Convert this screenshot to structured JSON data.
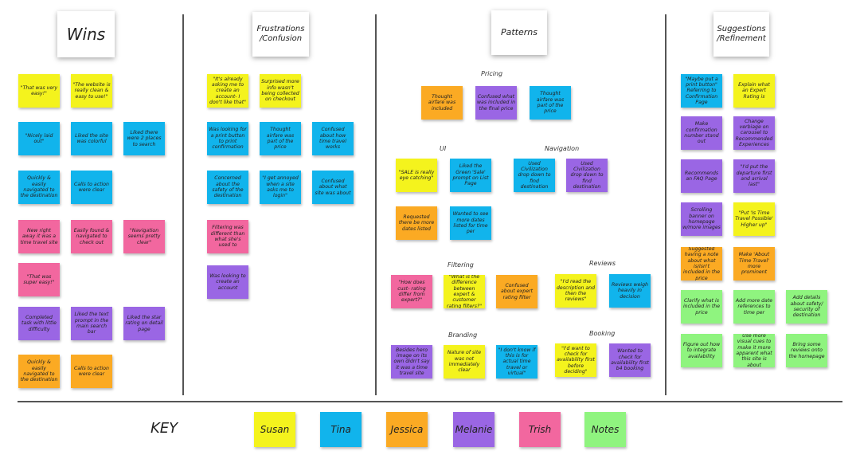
{
  "colors": {
    "yellow": "#f4f31d",
    "blue": "#11b4ec",
    "orange": "#fbaa23",
    "purple": "#9a66e4",
    "pink": "#f2679f",
    "green": "#8ff47f"
  },
  "headers": {
    "wins": "Wins",
    "frustrations": "Frustrations /Confusion",
    "patterns": "Patterns",
    "suggestions": "Suggestions /Refinement"
  },
  "subheadings": {
    "pricing": "Pricing",
    "ui": "UI",
    "navigation": "Navigation",
    "filtering": "Filtering",
    "reviews": "Reviews",
    "branding": "Branding",
    "booking": "Booking"
  },
  "wins": [
    {
      "text": "\"That was very easy!\"",
      "color": "yellow"
    },
    {
      "text": "\"The website is really clean & easy to use!\"",
      "color": "yellow"
    },
    {
      "text": "\"Nicely laid out\"",
      "color": "blue"
    },
    {
      "text": "Liked the site was colorful",
      "color": "blue"
    },
    {
      "text": "Liked there were 2 places to search",
      "color": "blue"
    },
    {
      "text": "Quickly & easily navigated to the destination",
      "color": "blue"
    },
    {
      "text": "Calls to action were clear",
      "color": "blue"
    },
    {
      "text": "New right away it was a time travel site",
      "color": "pink"
    },
    {
      "text": "Easily found & navigated to check out",
      "color": "pink"
    },
    {
      "text": "\"Navigation seems pretty clear\"",
      "color": "pink"
    },
    {
      "text": "\"That was super easy!\"",
      "color": "pink"
    },
    {
      "text": "Completed task with little difficulty",
      "color": "purple"
    },
    {
      "text": "Liked the text prompt in the main search bar",
      "color": "purple"
    },
    {
      "text": "Liked the star rating on detail page",
      "color": "purple"
    },
    {
      "text": "Quickly & easily navigated to the destination",
      "color": "orange"
    },
    {
      "text": "Calls to action were clear",
      "color": "orange"
    }
  ],
  "frustrations": [
    {
      "text": "\"It's already asking me to create an account- I don't like that\"",
      "color": "yellow"
    },
    {
      "text": "Surprised more info wasn't being collected on checkout",
      "color": "yellow"
    },
    {
      "text": "Was looking for a print button to print confirmation",
      "color": "blue"
    },
    {
      "text": "Thought airfare was part of the price",
      "color": "blue"
    },
    {
      "text": "Confused about how time travel works",
      "color": "blue"
    },
    {
      "text": "Concerned about the safety of the destination",
      "color": "blue"
    },
    {
      "text": "\"I get annoyed when a site asks me to login\"",
      "color": "blue"
    },
    {
      "text": "Confused about what site was about",
      "color": "blue"
    },
    {
      "text": "Filtering was different than what she's used to",
      "color": "pink"
    },
    {
      "text": "Was looking to create an account",
      "color": "purple"
    }
  ],
  "pricing": [
    {
      "text": "Thought airfare was included",
      "color": "orange"
    },
    {
      "text": "Confused what was included in the final price",
      "color": "purple"
    },
    {
      "text": "Thought airfare was part of the price",
      "color": "blue"
    }
  ],
  "ui": [
    {
      "text": "\"SALE is really eye catching\"",
      "color": "yellow"
    },
    {
      "text": "Liked the Green 'Sale' prompt on List Page",
      "color": "blue"
    },
    {
      "text": "Requested there be more dates listed",
      "color": "orange"
    },
    {
      "text": "Wanted to see more dates listed for time per",
      "color": "blue"
    }
  ],
  "navigation": [
    {
      "text": "Used Civilization drop down to find destination",
      "color": "blue"
    },
    {
      "text": "Used Civilization drop down to find destination",
      "color": "purple"
    }
  ],
  "filtering": [
    {
      "text": "\"How does cust- rating differ from expert?\"",
      "color": "pink"
    },
    {
      "text": "\"What is the difference between expert & customer rating filters?\"",
      "color": "yellow"
    },
    {
      "text": "Confused about expert rating filter",
      "color": "orange"
    }
  ],
  "reviews": [
    {
      "text": "\"I'd read the description and then the reviews\"",
      "color": "yellow"
    },
    {
      "text": "Reviews weigh heavily in decision",
      "color": "blue"
    }
  ],
  "branding": [
    {
      "text": "Besides hero image on its own didn't say it was a time travel site",
      "color": "purple"
    },
    {
      "text": "Nature of site was not immediately clear",
      "color": "yellow"
    },
    {
      "text": "\"I don't know if this is for actual time travel or virtual\"",
      "color": "blue"
    }
  ],
  "booking": [
    {
      "text": "\"I'd want to check for availability first before deciding\"",
      "color": "yellow"
    },
    {
      "text": "Wanted to check for availability first b4 booking",
      "color": "purple"
    }
  ],
  "suggestions": [
    {
      "text": "\"Maybe put a print button\" Referring to Confirmation Page",
      "color": "blue"
    },
    {
      "text": "Explain what an Expert Rating is",
      "color": "yellow"
    },
    {
      "text": "Make confirmation number stand out",
      "color": "purple"
    },
    {
      "text": "Change verbiage on carousel to Recommended Experiences",
      "color": "purple"
    },
    {
      "text": "Recommends an FAQ Page",
      "color": "purple"
    },
    {
      "text": "\"I'd put the departure first and arrival last\"",
      "color": "purple"
    },
    {
      "text": "Scrolling banner on homepage w/more images",
      "color": "purple"
    },
    {
      "text": "\"Put 'Is Time Travel Possible' Higher up\"",
      "color": "yellow"
    },
    {
      "text": "Suggested having a note about what is/isn't included in the price",
      "color": "orange"
    },
    {
      "text": "Make 'About Time Travel' more prominent",
      "color": "orange"
    },
    {
      "text": "Clarify what is included in the price",
      "color": "green"
    },
    {
      "text": "Add more date references to time per",
      "color": "green"
    },
    {
      "text": "Add details about safety/ security of destination",
      "color": "green"
    },
    {
      "text": "Figure out how to integrate availability",
      "color": "green"
    },
    {
      "text": "Use more visual cues to make it more apparent what this site is about",
      "color": "green"
    },
    {
      "text": "Bring some reviews onto the homepage",
      "color": "green"
    }
  ],
  "key": {
    "label": "KEY",
    "items": [
      {
        "text": "Susan",
        "color": "yellow"
      },
      {
        "text": "Tina",
        "color": "blue"
      },
      {
        "text": "Jessica",
        "color": "orange"
      },
      {
        "text": "Melanie",
        "color": "purple"
      },
      {
        "text": "Trish",
        "color": "pink"
      },
      {
        "text": "Notes",
        "color": "green"
      }
    ]
  }
}
